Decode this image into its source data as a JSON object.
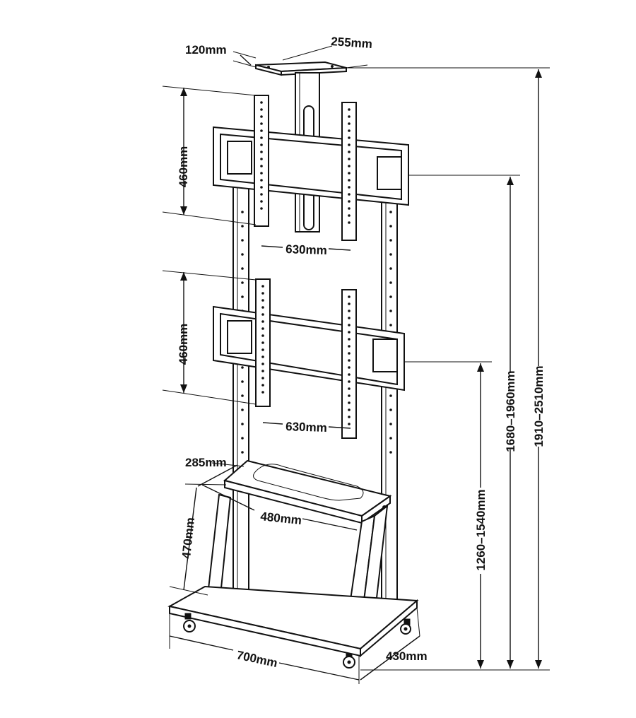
{
  "dimensions": {
    "top_plate_depth": "120mm",
    "top_plate_width": "255mm",
    "upper_bracket_height": "460mm",
    "upper_bracket_spacing": "630mm",
    "lower_bracket_height": "460mm",
    "lower_bracket_spacing": "630mm",
    "shelf_depth": "285mm",
    "shelf_width": "480mm",
    "shelf_height": "470mm",
    "base_width": "700mm",
    "base_depth": "430mm",
    "lower_mount_height_range": "1260–1540mm",
    "upper_mount_height_range": "1680–1960mm",
    "overall_height_range": "1910–2510mm"
  }
}
